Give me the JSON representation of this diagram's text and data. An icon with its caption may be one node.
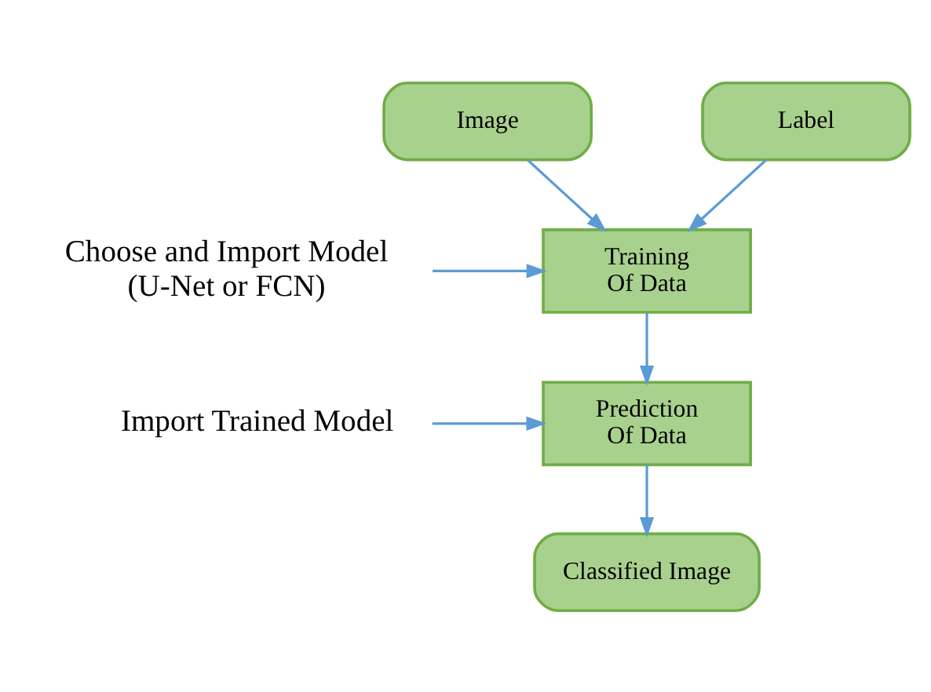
{
  "diagram": {
    "nodes": [
      {
        "text": [
          "Image"
        ]
      },
      {
        "text": [
          "Label"
        ]
      },
      {
        "text": [
          "Training Of Data"
        ]
      },
      {
        "text": [
          "Choose and Import Model (U-Net or FCN)"
        ]
      },
      {
        "text": [
          "Prediction Of Data"
        ]
      },
      {
        "text": [
          "Import Trained Model"
        ]
      },
      {
        "text": [
          "Classified Image"
        ]
      }
    ],
    "edges": [
      {
        "from": 0,
        "to": 2,
        "arrow": "to"
      },
      {
        "from": 1,
        "to": 2,
        "arrow": "to"
      },
      {
        "from": 3,
        "to": 2,
        "arrow": "to"
      },
      {
        "from": 2,
        "to": 4,
        "arrow": "to"
      },
      {
        "from": 5,
        "to": 4,
        "arrow": "to"
      },
      {
        "from": 4,
        "to": 6,
        "arrow": "to"
      }
    ]
  }
}
